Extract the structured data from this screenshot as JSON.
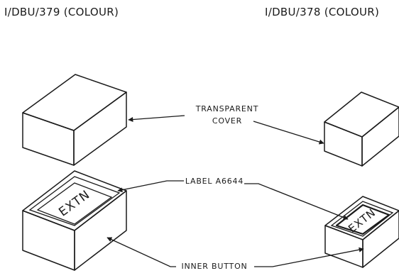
{
  "headers": {
    "left": "I/DBU/379 (COLOUR)",
    "right": "I/DBU/378 (COLOUR)"
  },
  "labels": {
    "transparent_cover_line1": "TRANSPARENT",
    "transparent_cover_line2": "COVER",
    "label": "LABEL A6644",
    "inner_button": "INNER BUTTON"
  },
  "button_cap_text": "EXTN",
  "colors": {
    "ink": "#1a1a1a",
    "background": "#ffffff"
  }
}
